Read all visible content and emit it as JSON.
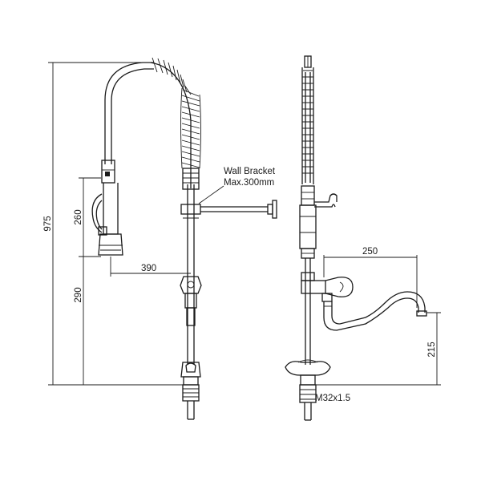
{
  "callout": {
    "line1": "Wall Bracket",
    "line2": "Max.300mm"
  },
  "dimensions": {
    "overall_height": "975",
    "spray_head": "260",
    "lower_height": "290",
    "reach": "390",
    "spout_length": "250",
    "spout_height": "215"
  },
  "thread": "M32x1.5"
}
